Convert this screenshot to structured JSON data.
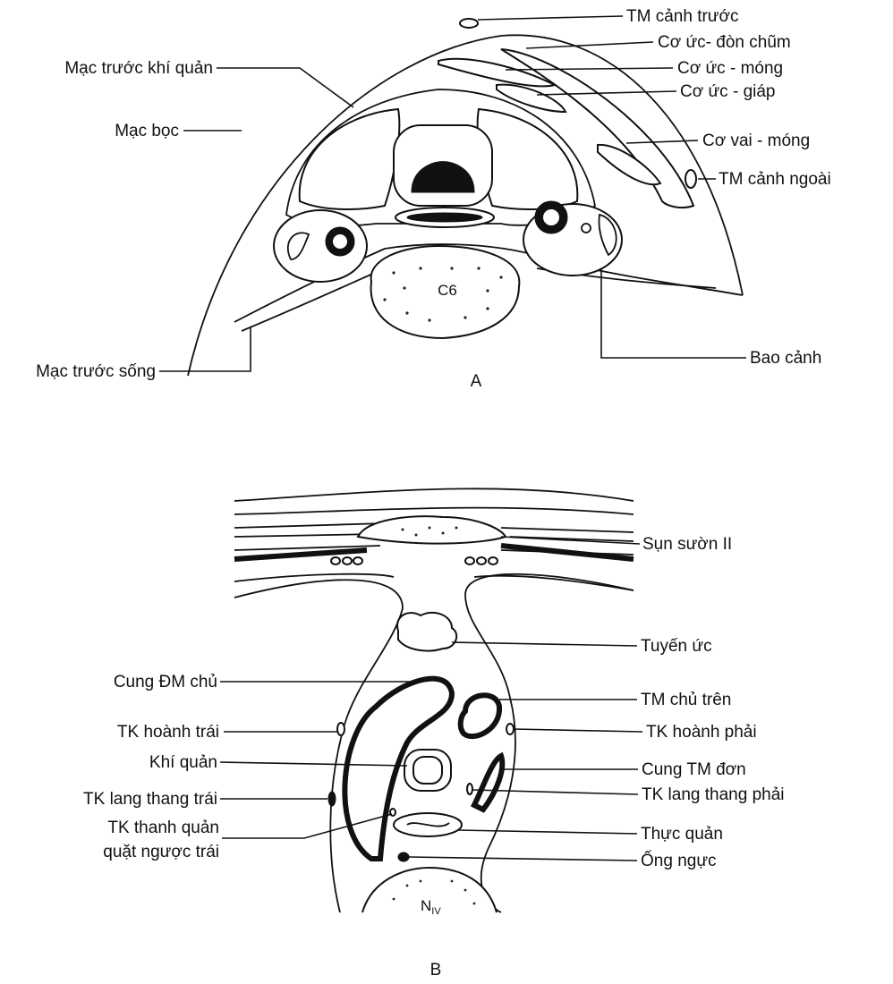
{
  "panel_a": {
    "letter": "A",
    "vertebra": "C6",
    "labels": {
      "tm_canh_truoc": "TM cảnh trước",
      "co_uc_don_chum": "Cơ ức-  đòn chũm",
      "co_uc_mong": "Cơ ức - móng",
      "co_uc_giap": "Cơ ức - giáp",
      "co_vai_mong": "Cơ vai - móng",
      "tm_canh_ngoai": "TM cảnh ngoài",
      "mac_truoc_khi_quan": "Mạc trước khí quản",
      "mac_boc": "Mạc bọc",
      "mac_truoc_song": "Mạc trước sống",
      "bao_canh": "Bao cảnh"
    }
  },
  "panel_b": {
    "letter": "B",
    "vertebra": "N",
    "vertebra_sub": "IV",
    "labels": {
      "sun_suon": "Sụn sườn II",
      "tuyen_uc": "Tuyến ức",
      "cung_dm_chu": "Cung ĐM chủ",
      "tk_hoanh_trai": "TK hoành trái",
      "khi_quan": "Khí quản",
      "tk_lang_thang_trai": "TK lang thang trái",
      "tk_thanh_quan_1": "TK thanh quản",
      "tk_thanh_quan_2": "quặt ngược trái",
      "tm_chu_tren": "TM chủ trên",
      "tk_hoanh_phai": "TK hoành phải",
      "cung_tm_don": "Cung  TM đơn",
      "tk_lang_thang_phai": "TK lang thang phải",
      "thuc_quan": "Thực quản",
      "ong_nguc": "Ống ngực"
    }
  }
}
